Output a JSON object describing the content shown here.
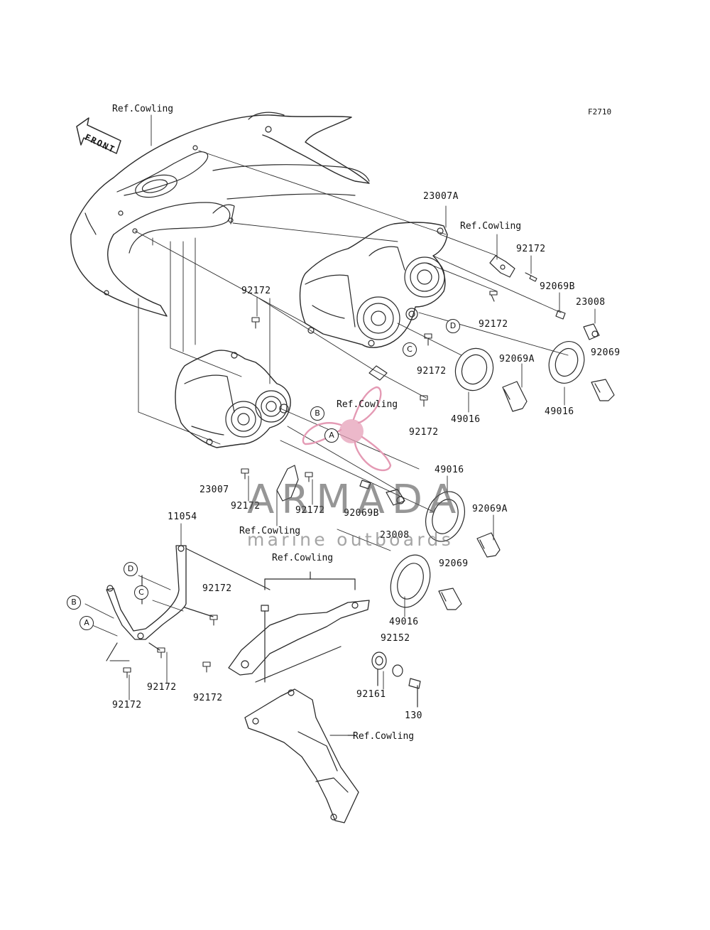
{
  "figure_code": "F2710",
  "front_label": "FRONT",
  "watermark": {
    "brand": "ARMADA",
    "tagline": "marine outboards",
    "accent_color": "#e49ab4"
  },
  "refs": [
    "A",
    "B",
    "C",
    "D"
  ],
  "ref_cowling": "Ref.Cowling",
  "parts": {
    "p23007A": "23007A",
    "p23007": "23007",
    "p92172": "92172",
    "p92069B": "92069B",
    "p92069A": "92069A",
    "p92069": "92069",
    "p23008": "23008",
    "p49016": "49016",
    "p11054": "11054",
    "p92152": "92152",
    "p92161": "92161",
    "p130": "130"
  }
}
